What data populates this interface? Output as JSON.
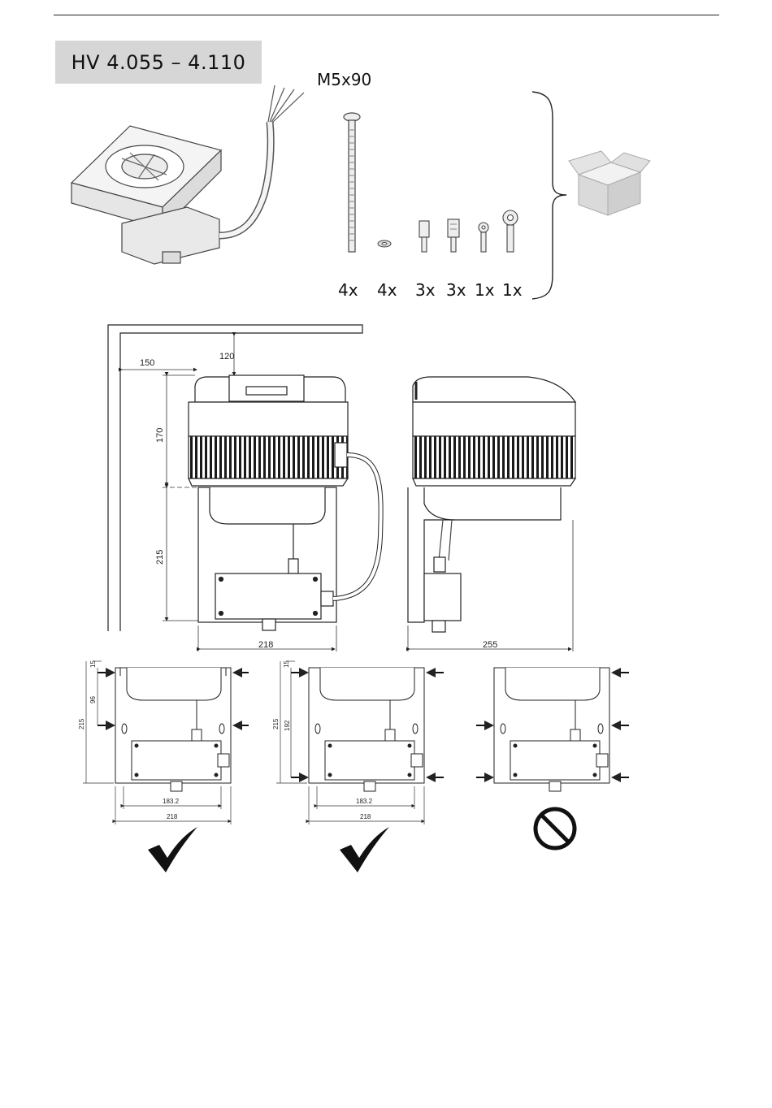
{
  "header": {
    "title": "HV 4.055 – 4.110"
  },
  "kit": {
    "screw_label": "M5x90",
    "quantities": [
      "4x",
      "4x",
      "3x",
      "3x",
      "1x",
      "1x"
    ]
  },
  "clearance": {
    "top": "120",
    "side": "150",
    "upper_height": "170",
    "lower_height": "215",
    "width_front": "218",
    "depth_side": "255"
  },
  "mounting": {
    "option_a": {
      "top_offset": "15",
      "hole_spacing": "96",
      "height": "215",
      "hole_width": "183.2",
      "width": "218",
      "status": "ok"
    },
    "option_b": {
      "top_offset": "15",
      "hole_spacing": "192",
      "height": "215",
      "hole_width": "183.2",
      "width": "218",
      "status": "ok"
    },
    "option_c": {
      "status": "not-allowed"
    }
  }
}
